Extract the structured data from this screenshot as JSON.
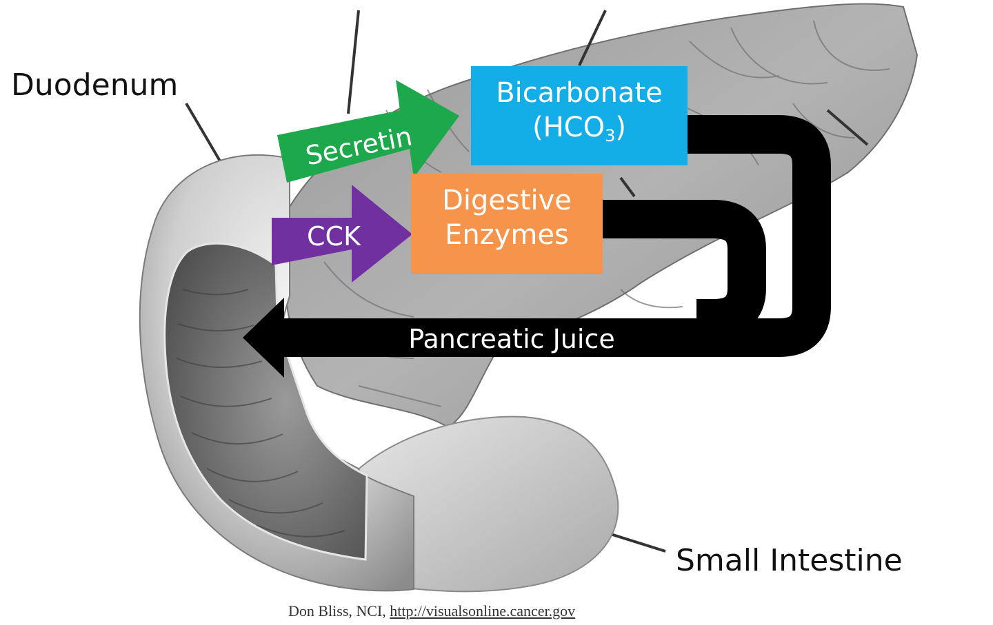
{
  "labels": {
    "duodenum": "Duodenum",
    "small_intestine": "Small Intestine"
  },
  "hormones": {
    "secretin": "Secretin",
    "cck": "CCK"
  },
  "secretions": {
    "bicarbonate_line1": "Bicarbonate",
    "bicarbonate_open": "(HCO",
    "bicarbonate_sub": "3",
    "bicarbonate_close": ")",
    "enzymes_line1": "Digestive",
    "enzymes_line2": "Enzymes"
  },
  "flow": {
    "pancreatic_juice": "Pancreatic Juice"
  },
  "credit": {
    "author": "Don Bliss, NCI, ",
    "url": "http://visualsonline.cancer.gov"
  },
  "colors": {
    "secretin": "#1DA84B",
    "cck": "#7030A0",
    "bicarbonate": "#13ADE8",
    "enzymes": "#F5944A",
    "duct": "#000000"
  }
}
